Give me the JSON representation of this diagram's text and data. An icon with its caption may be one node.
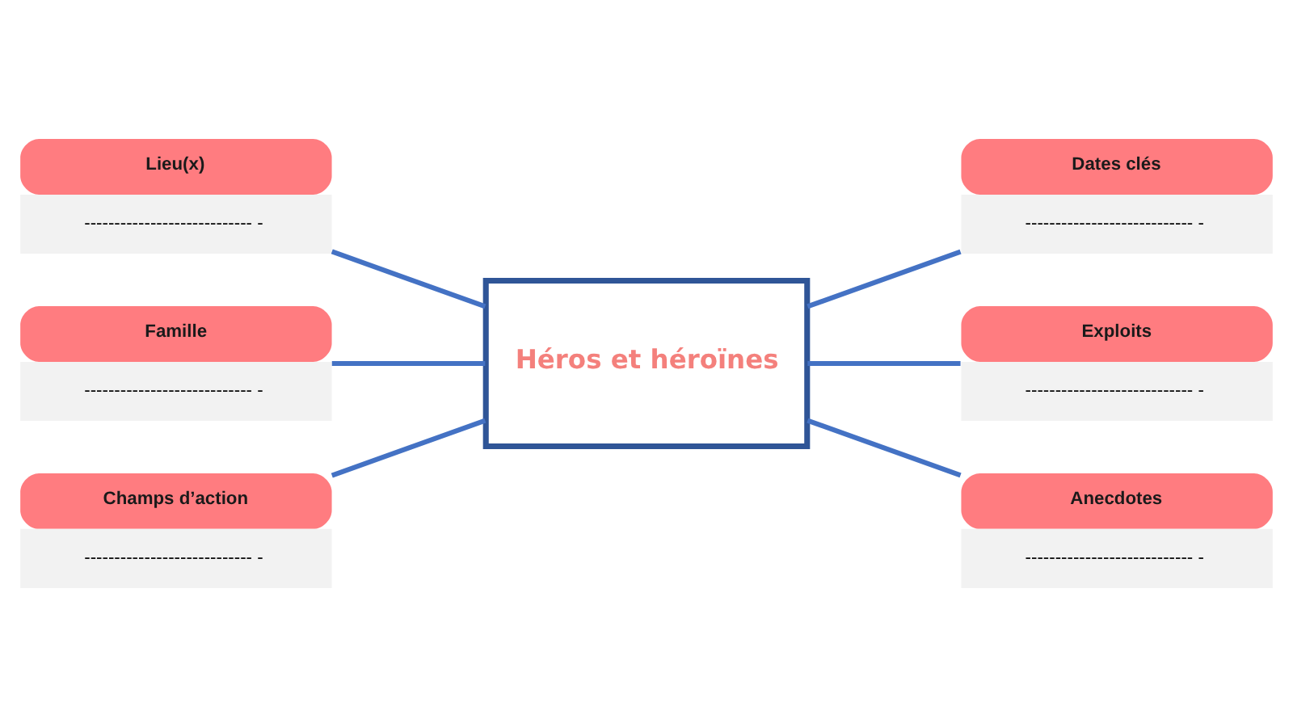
{
  "diagram": {
    "nodes": [
      {
        "text": [
          "Lieu(x)",
          "---------------------------- -"
        ]
      },
      {
        "text": [
          "Dates clés",
          "---------------------------- -"
        ]
      },
      {
        "text": [
          "Famille",
          "---------------------------- -"
        ]
      },
      {
        "text": [
          "Héros et héroïnes"
        ]
      },
      {
        "text": [
          "Exploits",
          "---------------------------- -"
        ]
      },
      {
        "text": [
          "Champs d’action",
          "---------------------------- -"
        ]
      },
      {
        "text": [
          "Anecdotes",
          "---------------------------- -"
        ]
      }
    ],
    "edges": [
      {
        "from": 0,
        "to": 3,
        "arrow": "none"
      },
      {
        "from": 3,
        "to": 1,
        "arrow": "none"
      },
      {
        "from": 2,
        "to": 3,
        "arrow": "none"
      },
      {
        "from": 3,
        "to": 4,
        "arrow": "none"
      },
      {
        "from": 5,
        "to": 3,
        "arrow": "none"
      },
      {
        "from": 3,
        "to": 6,
        "arrow": "none"
      }
    ]
  }
}
